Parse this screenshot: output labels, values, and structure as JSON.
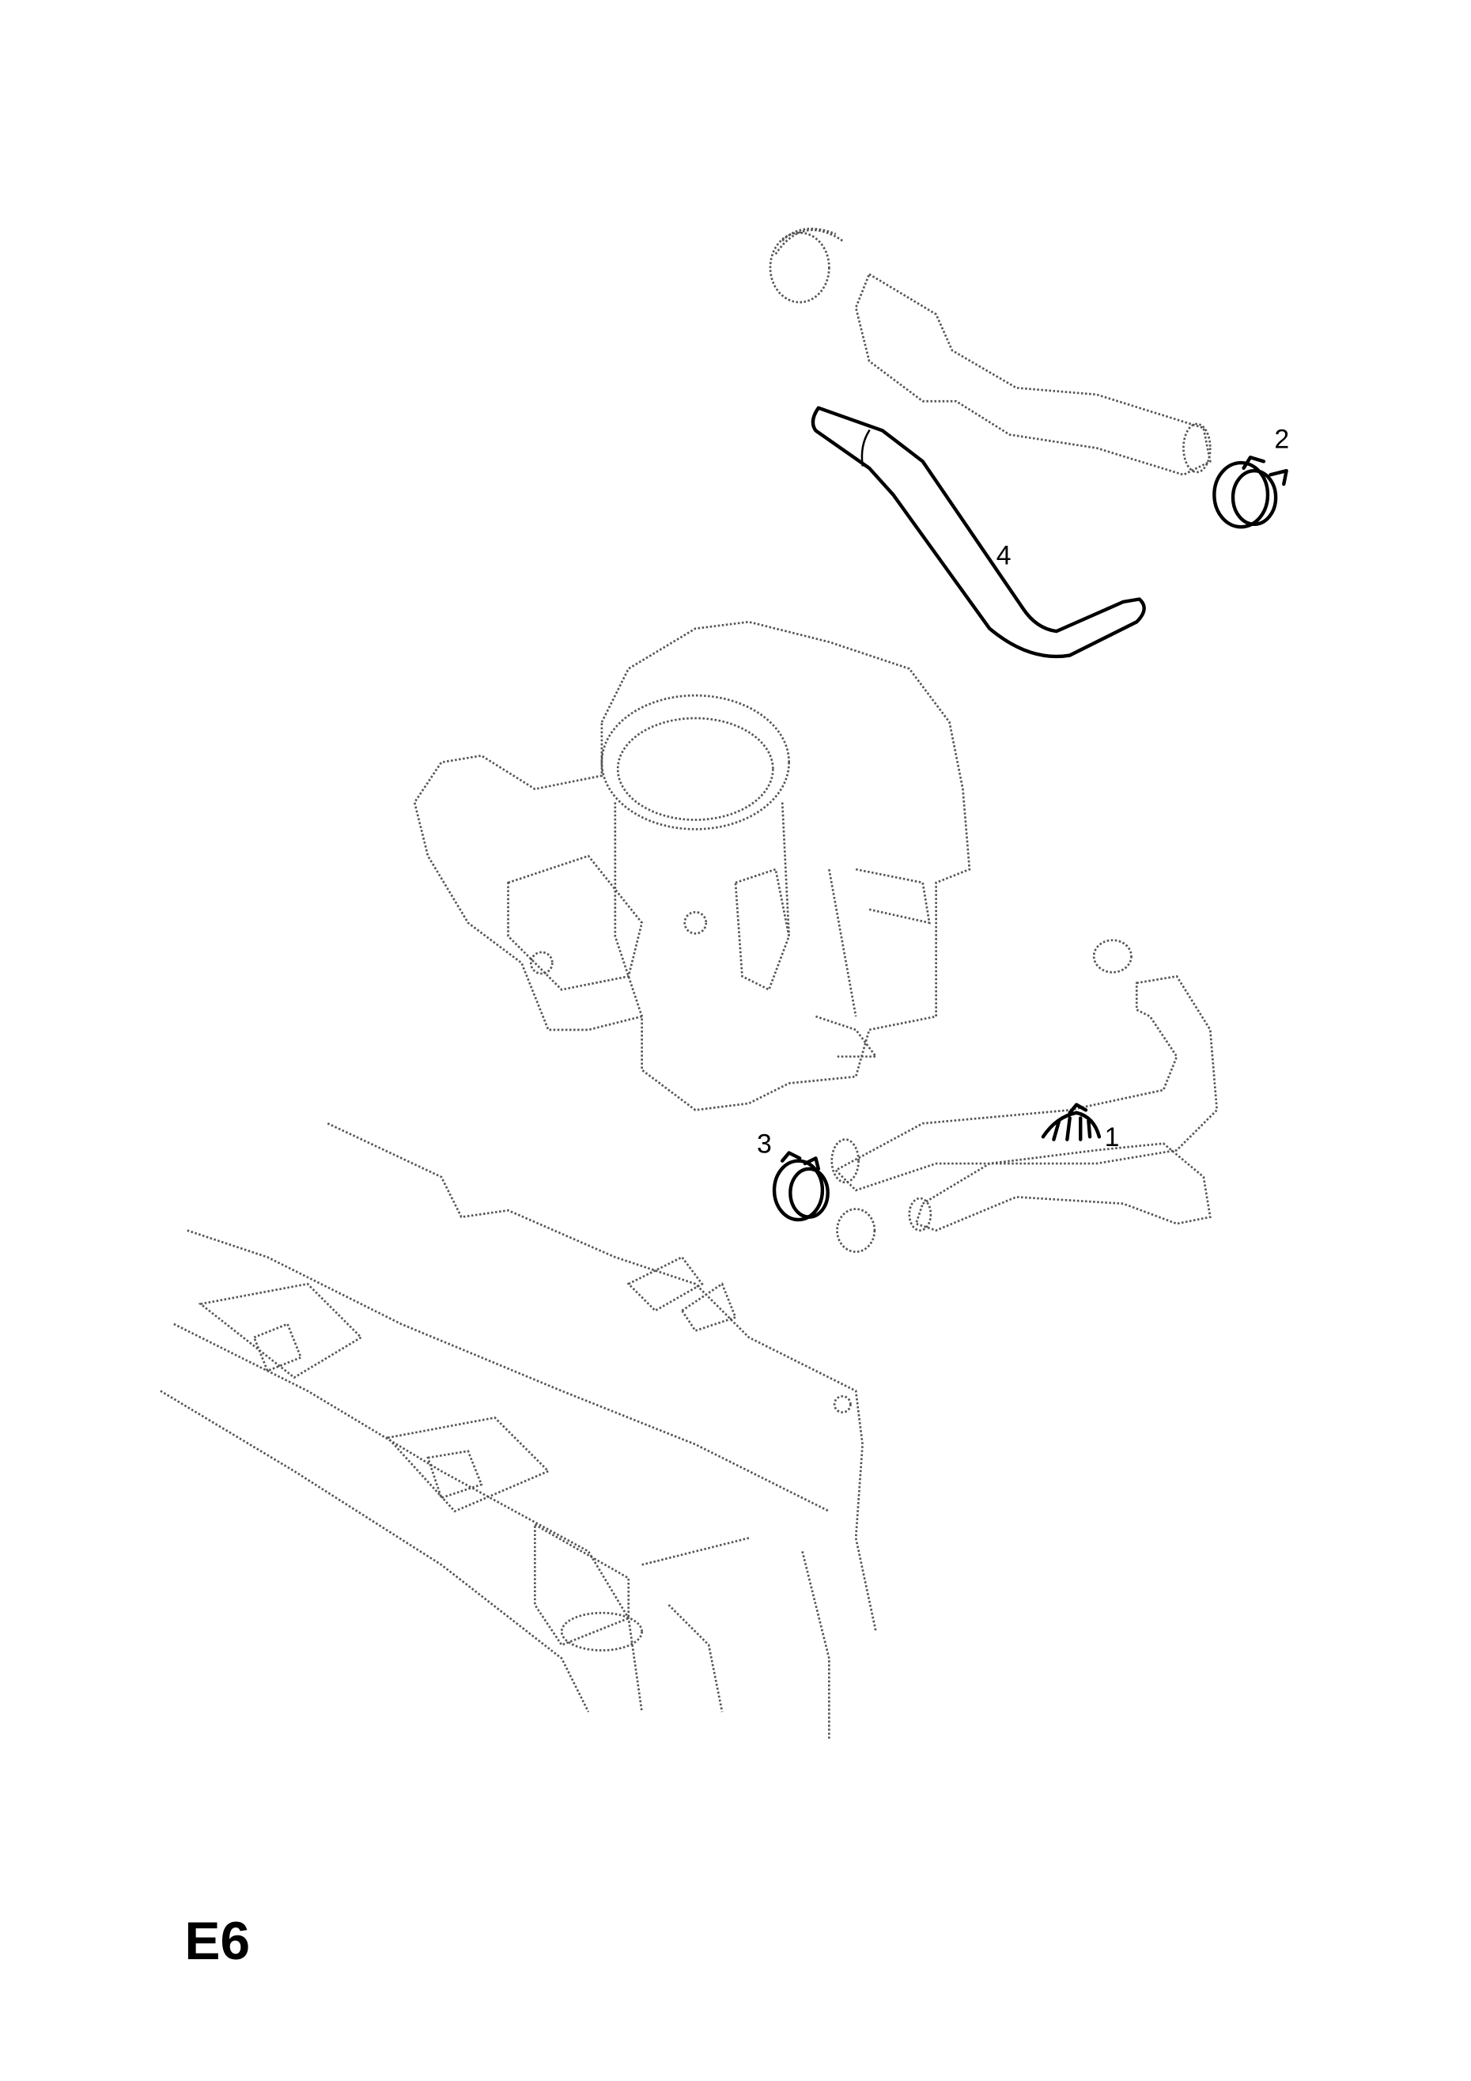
{
  "diagram": {
    "page_code": "E6",
    "callouts": [
      {
        "id": "1",
        "label": "1"
      },
      {
        "id": "2",
        "label": "2"
      },
      {
        "id": "3",
        "label": "3"
      },
      {
        "id": "4",
        "label": "4"
      }
    ]
  }
}
